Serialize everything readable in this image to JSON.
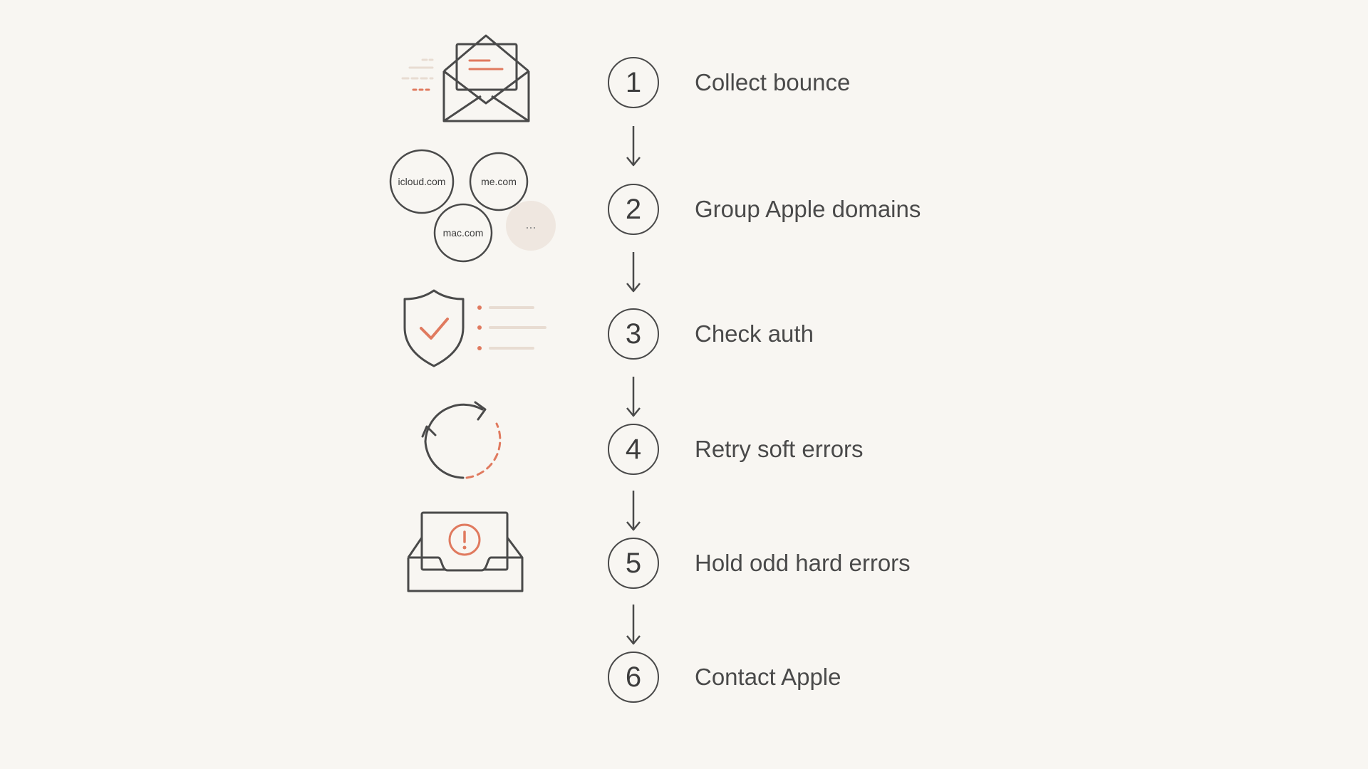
{
  "steps": [
    {
      "number": "1",
      "label": "Collect bounce",
      "icon": "envelope-icon"
    },
    {
      "number": "2",
      "label": "Group Apple domains",
      "icon": "domains-icon"
    },
    {
      "number": "3",
      "label": "Check auth",
      "icon": "shield-check-icon"
    },
    {
      "number": "4",
      "label": "Retry soft errors",
      "icon": "retry-icon"
    },
    {
      "number": "5",
      "label": "Hold odd hard errors",
      "icon": "inbox-alert-icon"
    },
    {
      "number": "6",
      "label": "Contact Apple",
      "icon": "chat-bubble-icon"
    }
  ],
  "domains": {
    "icloud": "icloud.com",
    "me": "me.com",
    "mac": "mac.com",
    "more": "..."
  },
  "colors": {
    "background": "#f8f6f2",
    "stroke": "#4a4a4a",
    "accent": "#e07a5f",
    "muted": "#e8dcd2"
  }
}
